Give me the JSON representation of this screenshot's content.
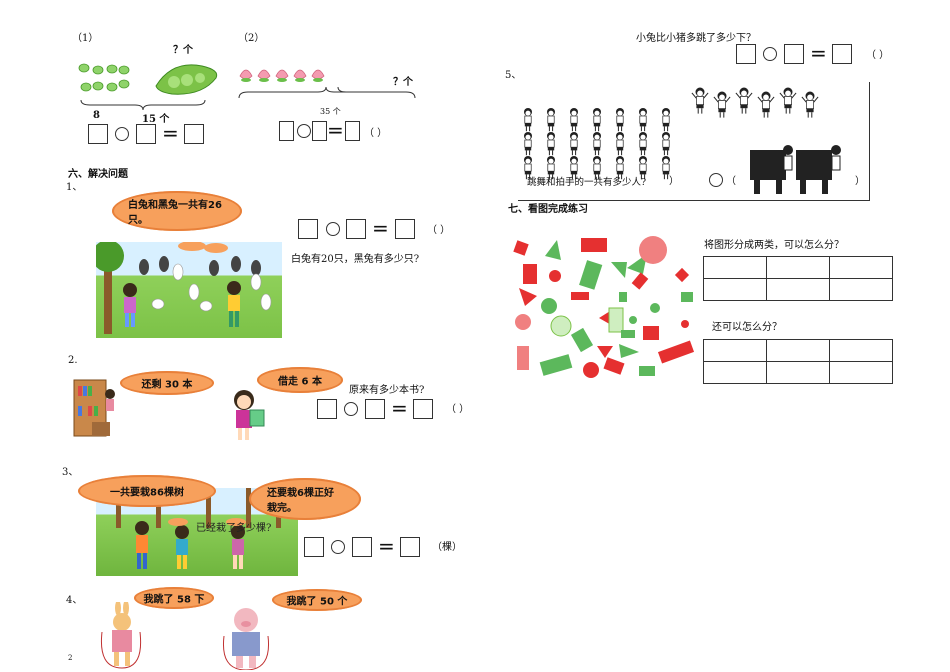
{
  "left": {
    "q1_label": "（1）",
    "q1_question": "？个",
    "q1_left_count": "8",
    "q1_total": "15 个",
    "q2_label": "（2）",
    "q2_question": "？个",
    "q2_total": "35 个",
    "section6_title": "六、解决问题",
    "p1_num": "1、",
    "p1_bubble": "白兔和黑兔一共有26只。",
    "p1_question": "白兔有20只，黑兔有多少只?",
    "p2_num": "2.",
    "p2_bubble_left": "还剩 30 本",
    "p2_bubble_right": "借走 6 本",
    "p2_question": "原来有多少本书?",
    "p3_num": "3、",
    "p3_bubble_left": "一共要栽86棵树",
    "p3_bubble_right": "还要栽6棵正好栽完。",
    "p3_overlay": "已经栽了多少棵?",
    "p3_unit": "（棵）",
    "p4_num": "4、",
    "p4_bubble_left": "我跳了 58 下",
    "p4_bubble_right": "我跳了 50 个",
    "page_number": "2"
  },
  "right": {
    "p4_question": "小兔比小猪多跳了多少下？",
    "p5_num": "5、",
    "p5_question": "跳舞和拍手的一共有多少人?",
    "section7_title": "七、看图完成练习",
    "classify_q1": "将图形分成两类，可以怎么分？",
    "classify_q2": "还可以怎么分？"
  },
  "symbols": {
    "circle": "○",
    "equals": "=",
    "paren": "（ ）"
  },
  "colors": {
    "bubble": "#f7a05c",
    "grass": "#7cc247",
    "red_shape": "#e53030",
    "green_shape": "#5cb85c"
  }
}
